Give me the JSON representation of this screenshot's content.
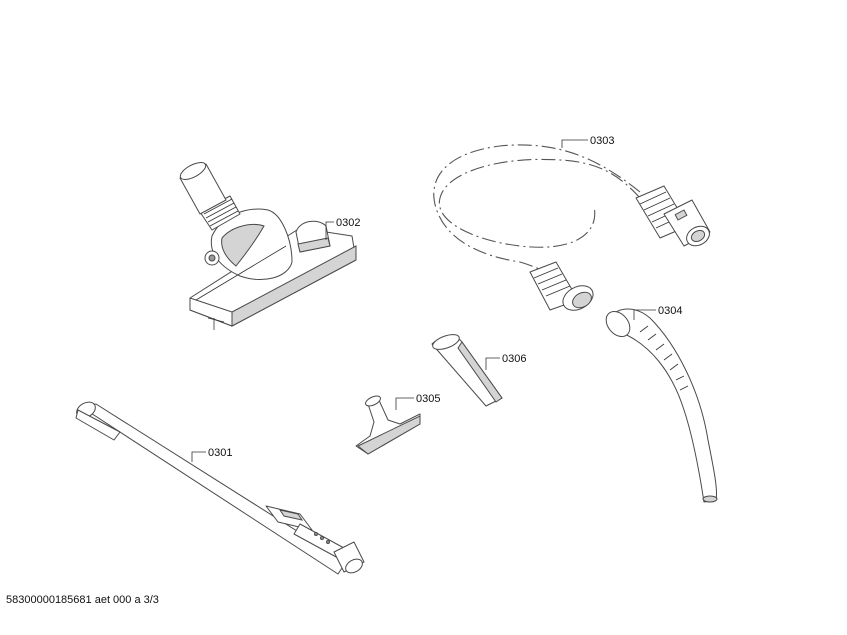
{
  "callouts": {
    "floor_nozzle": "0302",
    "hose": "0303",
    "handle": "0304",
    "upholstery_nozzle": "0305",
    "crevice_nozzle": "0306",
    "extension_tube": "0301"
  },
  "footer": {
    "document_id": "58300000185681 aet 000 a 3/3"
  }
}
